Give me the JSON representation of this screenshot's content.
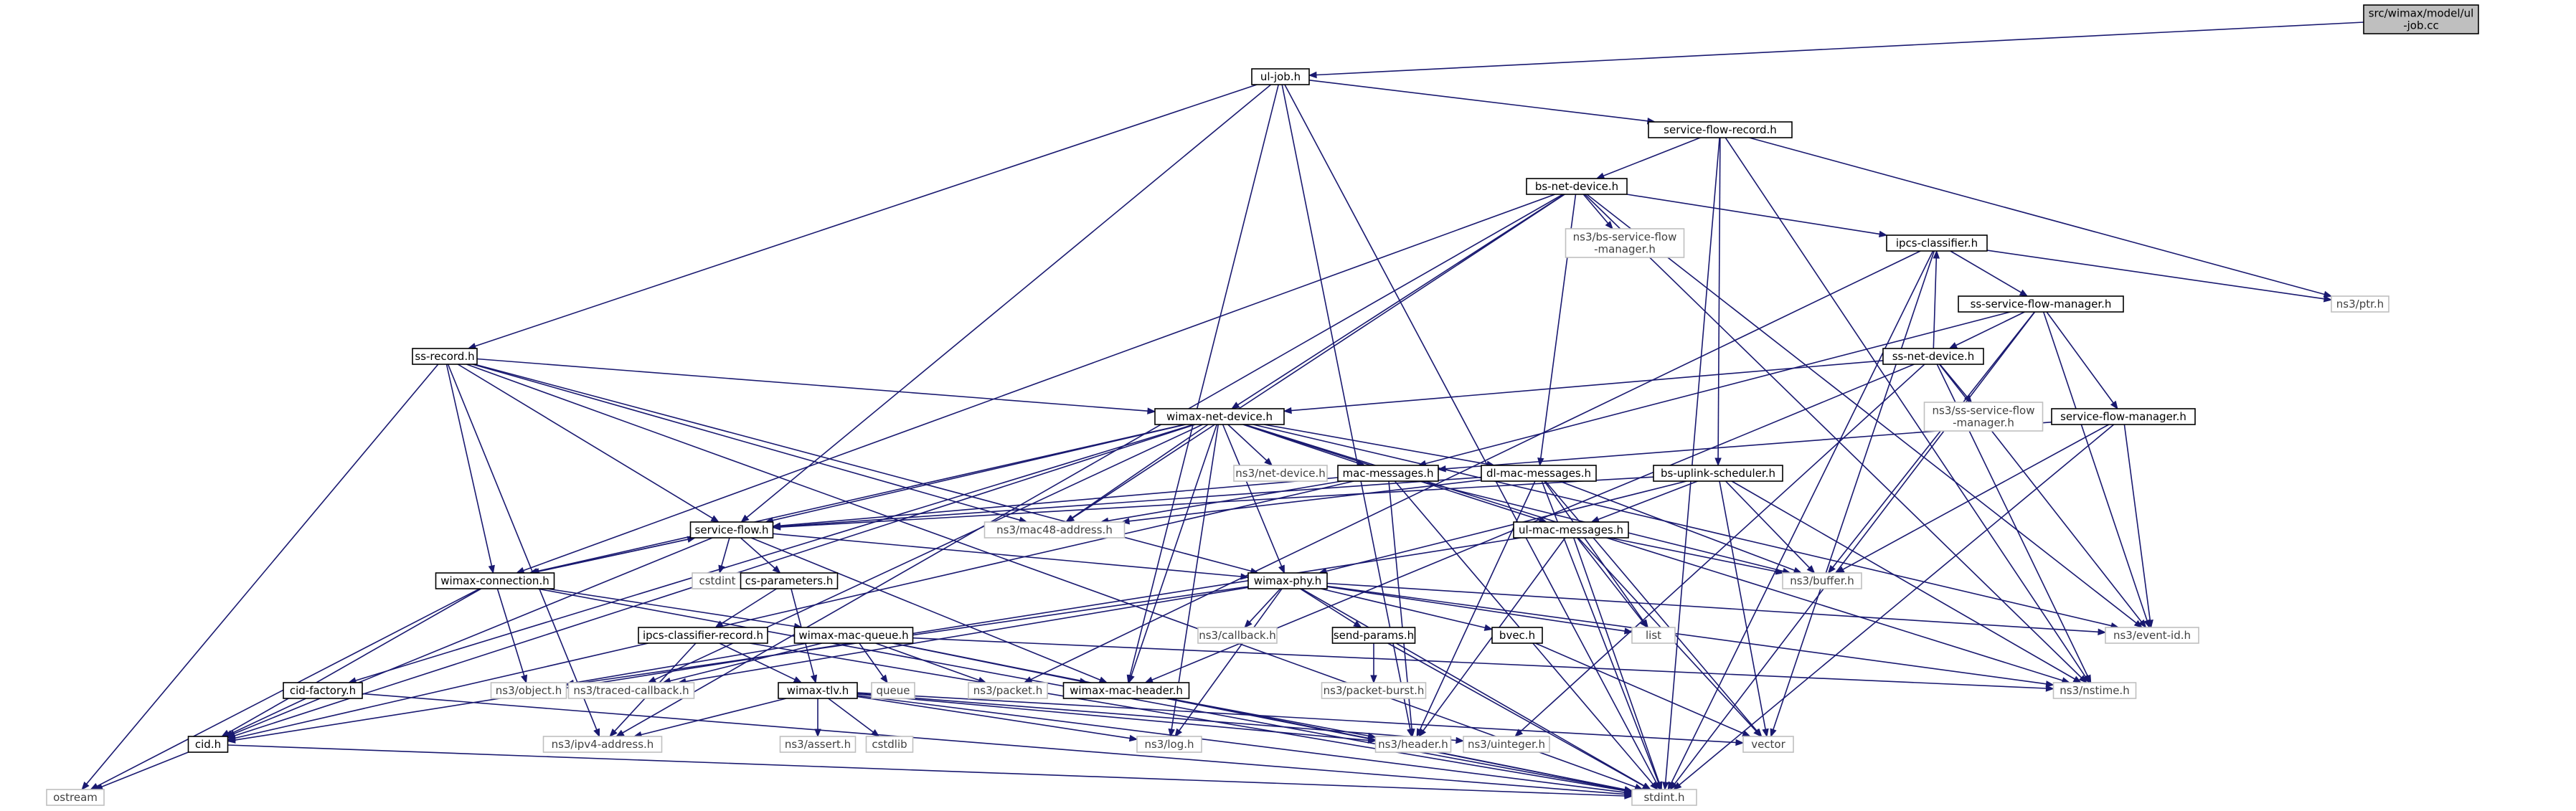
{
  "colors": {
    "edge": "#191970",
    "root_fill": "#bfbfbf",
    "system_border": "#bfbfbf",
    "local_border": "#000000"
  },
  "nodes": [
    {
      "id": "root",
      "lines": [
        "src/wimax/model/ul",
        "-job.cc"
      ],
      "kind": "root"
    },
    {
      "id": "uljob",
      "lines": [
        "ul-job.h"
      ],
      "kind": "local"
    },
    {
      "id": "sfr",
      "lines": [
        "service-flow-record.h"
      ],
      "kind": "local"
    },
    {
      "id": "bsnet",
      "lines": [
        "bs-net-device.h"
      ],
      "kind": "local"
    },
    {
      "id": "bssfm",
      "lines": [
        "ns3/bs-service-flow",
        "-manager.h"
      ],
      "kind": "system"
    },
    {
      "id": "ipcs",
      "lines": [
        "ipcs-classifier.h"
      ],
      "kind": "local"
    },
    {
      "id": "ptr",
      "lines": [
        "ns3/ptr.h"
      ],
      "kind": "system"
    },
    {
      "id": "sssfm",
      "lines": [
        "ss-service-flow-manager.h"
      ],
      "kind": "local"
    },
    {
      "id": "ssnet",
      "lines": [
        "ss-net-device.h"
      ],
      "kind": "local"
    },
    {
      "id": "nsssfm",
      "lines": [
        "ns3/ss-service-flow",
        "-manager.h"
      ],
      "kind": "system"
    },
    {
      "id": "sfm",
      "lines": [
        "service-flow-manager.h"
      ],
      "kind": "local"
    },
    {
      "id": "ssrec",
      "lines": [
        "ss-record.h"
      ],
      "kind": "local"
    },
    {
      "id": "wnd",
      "lines": [
        "wimax-net-device.h"
      ],
      "kind": "local"
    },
    {
      "id": "netdev",
      "lines": [
        "ns3/net-device.h"
      ],
      "kind": "system"
    },
    {
      "id": "macmsg",
      "lines": [
        "mac-messages.h"
      ],
      "kind": "local"
    },
    {
      "id": "dlmac",
      "lines": [
        "dl-mac-messages.h"
      ],
      "kind": "local"
    },
    {
      "id": "bsul",
      "lines": [
        "bs-uplink-scheduler.h"
      ],
      "kind": "local"
    },
    {
      "id": "mac48",
      "lines": [
        "ns3/mac48-address.h"
      ],
      "kind": "system"
    },
    {
      "id": "sflow",
      "lines": [
        "service-flow.h"
      ],
      "kind": "local"
    },
    {
      "id": "ulmac",
      "lines": [
        "ul-mac-messages.h"
      ],
      "kind": "local"
    },
    {
      "id": "buffer",
      "lines": [
        "ns3/buffer.h"
      ],
      "kind": "system"
    },
    {
      "id": "cstdint",
      "lines": [
        "cstdint"
      ],
      "kind": "system"
    },
    {
      "id": "wconn",
      "lines": [
        "wimax-connection.h"
      ],
      "kind": "local"
    },
    {
      "id": "csparam",
      "lines": [
        "cs-parameters.h"
      ],
      "kind": "local"
    },
    {
      "id": "wphy",
      "lines": [
        "wimax-phy.h"
      ],
      "kind": "local"
    },
    {
      "id": "callback",
      "lines": [
        "ns3/callback.h"
      ],
      "kind": "system"
    },
    {
      "id": "sendp",
      "lines": [
        "send-params.h"
      ],
      "kind": "local"
    },
    {
      "id": "bvec",
      "lines": [
        "bvec.h"
      ],
      "kind": "local"
    },
    {
      "id": "list",
      "lines": [
        "list"
      ],
      "kind": "system"
    },
    {
      "id": "eventid",
      "lines": [
        "ns3/event-id.h"
      ],
      "kind": "system"
    },
    {
      "id": "ipcsrec",
      "lines": [
        "ipcs-classifier-record.h"
      ],
      "kind": "local"
    },
    {
      "id": "wmq",
      "lines": [
        "wimax-mac-queue.h"
      ],
      "kind": "local"
    },
    {
      "id": "pktburst",
      "lines": [
        "ns3/packet-burst.h"
      ],
      "kind": "system"
    },
    {
      "id": "cidf",
      "lines": [
        "cid-factory.h"
      ],
      "kind": "local"
    },
    {
      "id": "object",
      "lines": [
        "ns3/object.h"
      ],
      "kind": "system"
    },
    {
      "id": "traced",
      "lines": [
        "ns3/traced-callback.h"
      ],
      "kind": "system"
    },
    {
      "id": "wtlv",
      "lines": [
        "wimax-tlv.h"
      ],
      "kind": "local"
    },
    {
      "id": "queue",
      "lines": [
        "queue"
      ],
      "kind": "system"
    },
    {
      "id": "packet",
      "lines": [
        "ns3/packet.h"
      ],
      "kind": "system"
    },
    {
      "id": "wmh",
      "lines": [
        "wimax-mac-header.h"
      ],
      "kind": "local"
    },
    {
      "id": "nstime",
      "lines": [
        "ns3/nstime.h"
      ],
      "kind": "system"
    },
    {
      "id": "cid",
      "lines": [
        "cid.h"
      ],
      "kind": "local"
    },
    {
      "id": "ipv4",
      "lines": [
        "ns3/ipv4-address.h"
      ],
      "kind": "system"
    },
    {
      "id": "nsassert",
      "lines": [
        "ns3/assert.h"
      ],
      "kind": "system"
    },
    {
      "id": "cstdlib",
      "lines": [
        "cstdlib"
      ],
      "kind": "system"
    },
    {
      "id": "log",
      "lines": [
        "ns3/log.h"
      ],
      "kind": "system"
    },
    {
      "id": "header",
      "lines": [
        "ns3/header.h"
      ],
      "kind": "system"
    },
    {
      "id": "uinteger",
      "lines": [
        "ns3/uinteger.h"
      ],
      "kind": "system"
    },
    {
      "id": "vector",
      "lines": [
        "vector"
      ],
      "kind": "system"
    },
    {
      "id": "ostream",
      "lines": [
        "ostream"
      ],
      "kind": "system"
    },
    {
      "id": "stdint",
      "lines": [
        "stdint.h"
      ],
      "kind": "system"
    }
  ],
  "edges": [
    [
      "root",
      "uljob"
    ],
    [
      "uljob",
      "sfr"
    ],
    [
      "uljob",
      "ssrec"
    ],
    [
      "uljob",
      "sflow"
    ],
    [
      "uljob",
      "wmh"
    ],
    [
      "uljob",
      "stdint"
    ],
    [
      "sfr",
      "bsnet"
    ],
    [
      "sfr",
      "bsul"
    ],
    [
      "sfr",
      "ptr"
    ],
    [
      "sfr",
      "nstime"
    ],
    [
      "sfr",
      "stdint"
    ],
    [
      "bsnet",
      "bssfm"
    ],
    [
      "bsnet",
      "ipcs"
    ],
    [
      "bsnet",
      "wnd"
    ],
    [
      "bsnet",
      "dlmac"
    ],
    [
      "bsnet",
      "wconn"
    ],
    [
      "bsnet",
      "mac48"
    ],
    [
      "bsnet",
      "ipv4"
    ],
    [
      "bsnet",
      "eventid"
    ],
    [
      "bsnet",
      "nstime"
    ],
    [
      "ipcs",
      "sssfm"
    ],
    [
      "ipcs",
      "ptr"
    ],
    [
      "ipcs",
      "packet"
    ],
    [
      "ipcs",
      "vector"
    ],
    [
      "ipcs",
      "stdint"
    ],
    [
      "sssfm",
      "ssnet"
    ],
    [
      "sssfm",
      "sfm"
    ],
    [
      "sssfm",
      "macmsg"
    ],
    [
      "sssfm",
      "buffer"
    ],
    [
      "sssfm",
      "eventid"
    ],
    [
      "sssfm",
      "stdint"
    ],
    [
      "ssnet",
      "ipcs"
    ],
    [
      "ssnet",
      "nsssfm"
    ],
    [
      "ssnet",
      "wnd"
    ],
    [
      "ssnet",
      "wmh"
    ],
    [
      "ssnet",
      "eventid"
    ],
    [
      "ssnet",
      "nstime"
    ],
    [
      "ssnet",
      "uinteger"
    ],
    [
      "sfm",
      "macmsg"
    ],
    [
      "sfm",
      "buffer"
    ],
    [
      "sfm",
      "eventid"
    ],
    [
      "sfm",
      "stdint"
    ],
    [
      "ssrec",
      "wnd"
    ],
    [
      "ssrec",
      "sflow"
    ],
    [
      "ssrec",
      "wconn"
    ],
    [
      "ssrec",
      "mac48"
    ],
    [
      "ssrec",
      "wphy"
    ],
    [
      "ssrec",
      "ipv4"
    ],
    [
      "ssrec",
      "ostream"
    ],
    [
      "ssrec",
      "stdint"
    ],
    [
      "wnd",
      "netdev"
    ],
    [
      "wnd",
      "macmsg"
    ],
    [
      "wnd",
      "dlmac"
    ],
    [
      "wnd",
      "ulmac"
    ],
    [
      "wnd",
      "sflow"
    ],
    [
      "wnd",
      "wconn"
    ],
    [
      "wnd",
      "wphy"
    ],
    [
      "wnd",
      "mac48"
    ],
    [
      "wnd",
      "eventid"
    ],
    [
      "wnd",
      "nstime"
    ],
    [
      "wnd",
      "cid"
    ],
    [
      "wnd",
      "cidf"
    ],
    [
      "wnd",
      "traced"
    ],
    [
      "wnd",
      "log"
    ],
    [
      "wnd",
      "wmh"
    ],
    [
      "macmsg",
      "sflow"
    ],
    [
      "macmsg",
      "mac48"
    ],
    [
      "macmsg",
      "cid"
    ],
    [
      "macmsg",
      "buffer"
    ],
    [
      "macmsg",
      "header"
    ],
    [
      "macmsg",
      "stdint"
    ],
    [
      "dlmac",
      "sflow"
    ],
    [
      "dlmac",
      "mac48"
    ],
    [
      "dlmac",
      "buffer"
    ],
    [
      "dlmac",
      "header"
    ],
    [
      "dlmac",
      "list"
    ],
    [
      "dlmac",
      "vector"
    ],
    [
      "dlmac",
      "stdint"
    ],
    [
      "bsul",
      "sflow"
    ],
    [
      "bsul",
      "ulmac"
    ],
    [
      "bsul",
      "wphy"
    ],
    [
      "bsul",
      "nstime"
    ],
    [
      "bsul",
      "buffer"
    ],
    [
      "bsul",
      "vector"
    ],
    [
      "sflow",
      "wconn"
    ],
    [
      "sflow",
      "cstdint"
    ],
    [
      "sflow",
      "csparam"
    ],
    [
      "sflow",
      "wphy"
    ],
    [
      "sflow",
      "wmh"
    ],
    [
      "sflow",
      "cid"
    ],
    [
      "ulmac",
      "buffer"
    ],
    [
      "ulmac",
      "list"
    ],
    [
      "ulmac",
      "header"
    ],
    [
      "ulmac",
      "vector"
    ],
    [
      "ulmac",
      "cid"
    ],
    [
      "ulmac",
      "stdint"
    ],
    [
      "wconn",
      "sflow"
    ],
    [
      "wconn",
      "wmq"
    ],
    [
      "wconn",
      "object"
    ],
    [
      "wconn",
      "cid"
    ],
    [
      "wconn",
      "ostream"
    ],
    [
      "wconn",
      "stdint"
    ],
    [
      "csparam",
      "ipcsrec"
    ],
    [
      "csparam",
      "wtlv"
    ],
    [
      "wphy",
      "callback"
    ],
    [
      "wphy",
      "sendp"
    ],
    [
      "wphy",
      "bvec"
    ],
    [
      "wphy",
      "list"
    ],
    [
      "wphy",
      "eventid"
    ],
    [
      "wphy",
      "nstime"
    ],
    [
      "wphy",
      "log"
    ],
    [
      "wphy",
      "traced"
    ],
    [
      "wphy",
      "object"
    ],
    [
      "wphy",
      "stdint"
    ],
    [
      "sendp",
      "pktburst"
    ],
    [
      "sendp",
      "stdint"
    ],
    [
      "bvec",
      "vector"
    ],
    [
      "ipcsrec",
      "wtlv"
    ],
    [
      "ipcsrec",
      "ipv4"
    ],
    [
      "ipcsrec",
      "stdint"
    ],
    [
      "wmq",
      "wmh"
    ],
    [
      "wmq",
      "queue"
    ],
    [
      "wmq",
      "packet"
    ],
    [
      "wmq",
      "object"
    ],
    [
      "wmq",
      "traced"
    ],
    [
      "wmq",
      "nstime"
    ],
    [
      "wmq",
      "stdint"
    ],
    [
      "cidf",
      "cid"
    ],
    [
      "cidf",
      "stdint"
    ],
    [
      "wtlv",
      "nsassert"
    ],
    [
      "wtlv",
      "cstdlib"
    ],
    [
      "wtlv",
      "log"
    ],
    [
      "wtlv",
      "header"
    ],
    [
      "wtlv",
      "uinteger"
    ],
    [
      "wtlv",
      "vector"
    ],
    [
      "wtlv",
      "ipv4"
    ],
    [
      "wtlv",
      "stdint"
    ],
    [
      "wmh",
      "header"
    ],
    [
      "wmh",
      "stdint"
    ],
    [
      "cid",
      "ostream"
    ],
    [
      "cid",
      "stdint"
    ],
    [
      "uljob",
      "header"
    ]
  ]
}
